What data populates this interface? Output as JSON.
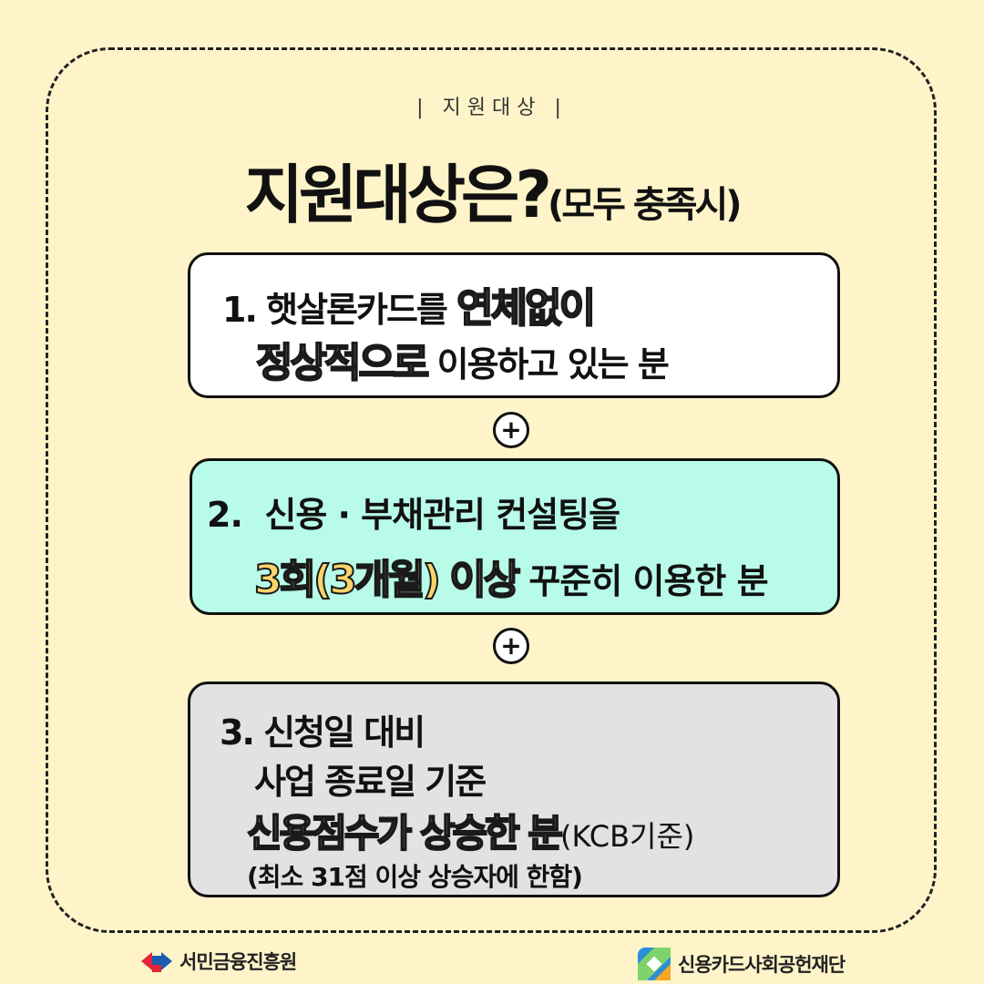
{
  "header": {
    "eyebrow": "| 지원대상 |",
    "title_main": "지원대상은?",
    "title_sub": "(모두 충족시)"
  },
  "cards": [
    {
      "number": "1.",
      "line1_pre": "햇살론카드를 ",
      "line1_highlight": "연체없이",
      "line2_highlight": "정상적으로",
      "line2_post": " 이용하고 있는 분",
      "highlight_color": "#7dc6ea",
      "background": "#ffffff"
    },
    {
      "number": "2.",
      "line1_text": "신용 · 부채관리 컨설팅을",
      "line2_highlight": "3회(3개월) 이상",
      "line2_post": " 꾸준히 이용한 분",
      "highlight_color": "#fbd36a",
      "background": "#b8fbe9"
    },
    {
      "number": "3.",
      "line1_text": "신청일 대비",
      "line2_text": "사업 종료일 기준",
      "line3_highlight": "신용점수가 상승한 분",
      "line3_note": "(KCB기준)",
      "line4_text": "(최소 31점 이상 상승자에 한함)",
      "background": "#e2e2e2"
    }
  ],
  "connectors": [
    "+",
    "+"
  ],
  "footer": {
    "left_org": "서민금융진흥원",
    "right_org": "신용카드사회공헌재단"
  },
  "colors": {
    "page_background": "#fff4c9",
    "border": "#111111"
  }
}
